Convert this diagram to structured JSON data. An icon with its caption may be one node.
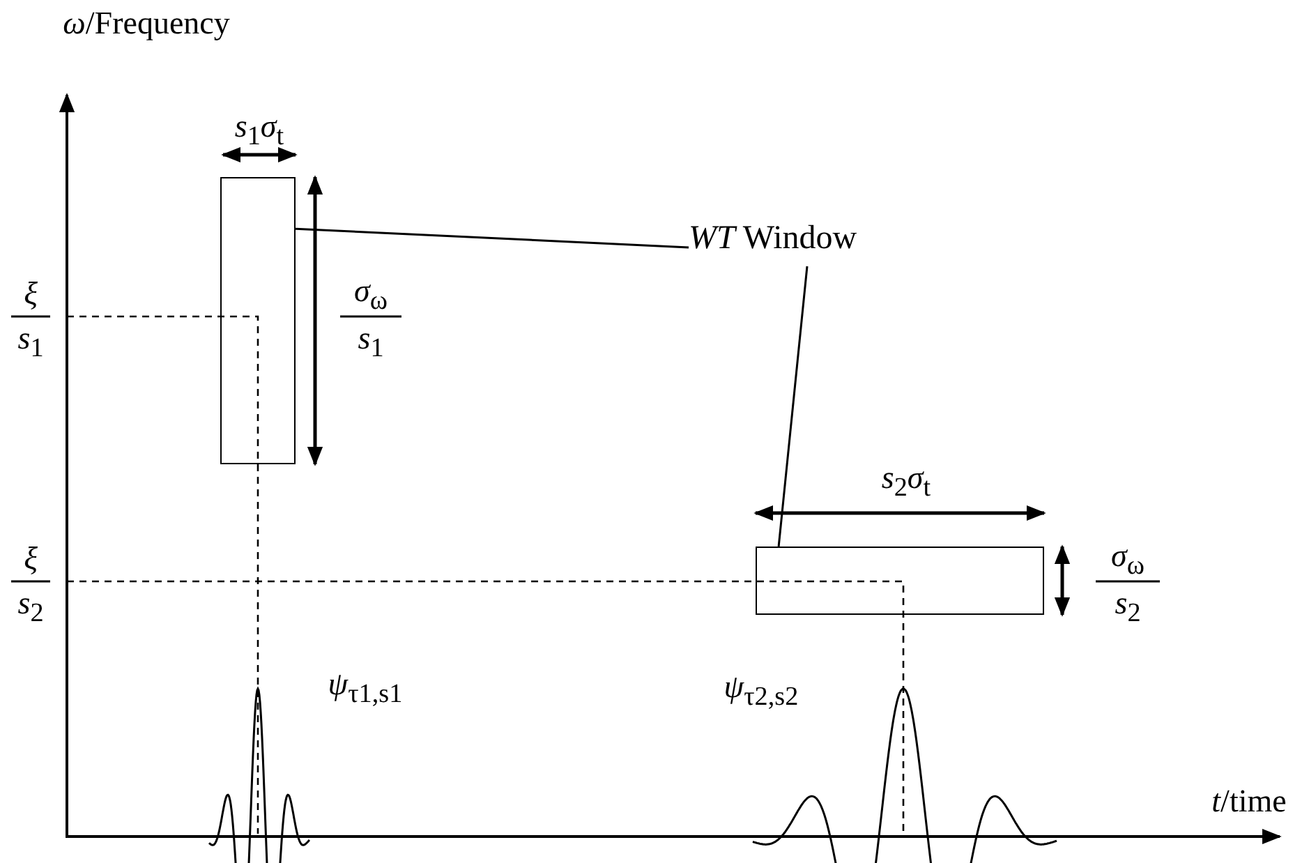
{
  "diagram": {
    "nodes": [
      {
        "text": [],
        "shape": "box"
      },
      {
        "text": [],
        "shape": "box"
      },
      {
        "text": [
          "*WT* Window"
        ]
      }
    ],
    "edges": [
      {
        "from": 2,
        "to": 0,
        "arrow": "none"
      },
      {
        "from": 2,
        "to": 1,
        "arrow": "none"
      }
    ],
    "labels": [
      "*ω*/Frequency",
      "*s*$_{1}$*σ*$_{t}$",
      "*ξ*",
      "*s*$_{1}$",
      "*σ*$_{ω}$",
      "*s*$_{1}$",
      "*s*$_{2}$*σ*$_{t}$",
      "*ξ*",
      "*s*$_{2}$",
      "*σ*$_{ω}$",
      "*s*$_{2}$",
      "*ψ*$_{τ1,s1}$",
      "*ψ*$_{τ2,s2}$",
      "*t*/time"
    ]
  }
}
